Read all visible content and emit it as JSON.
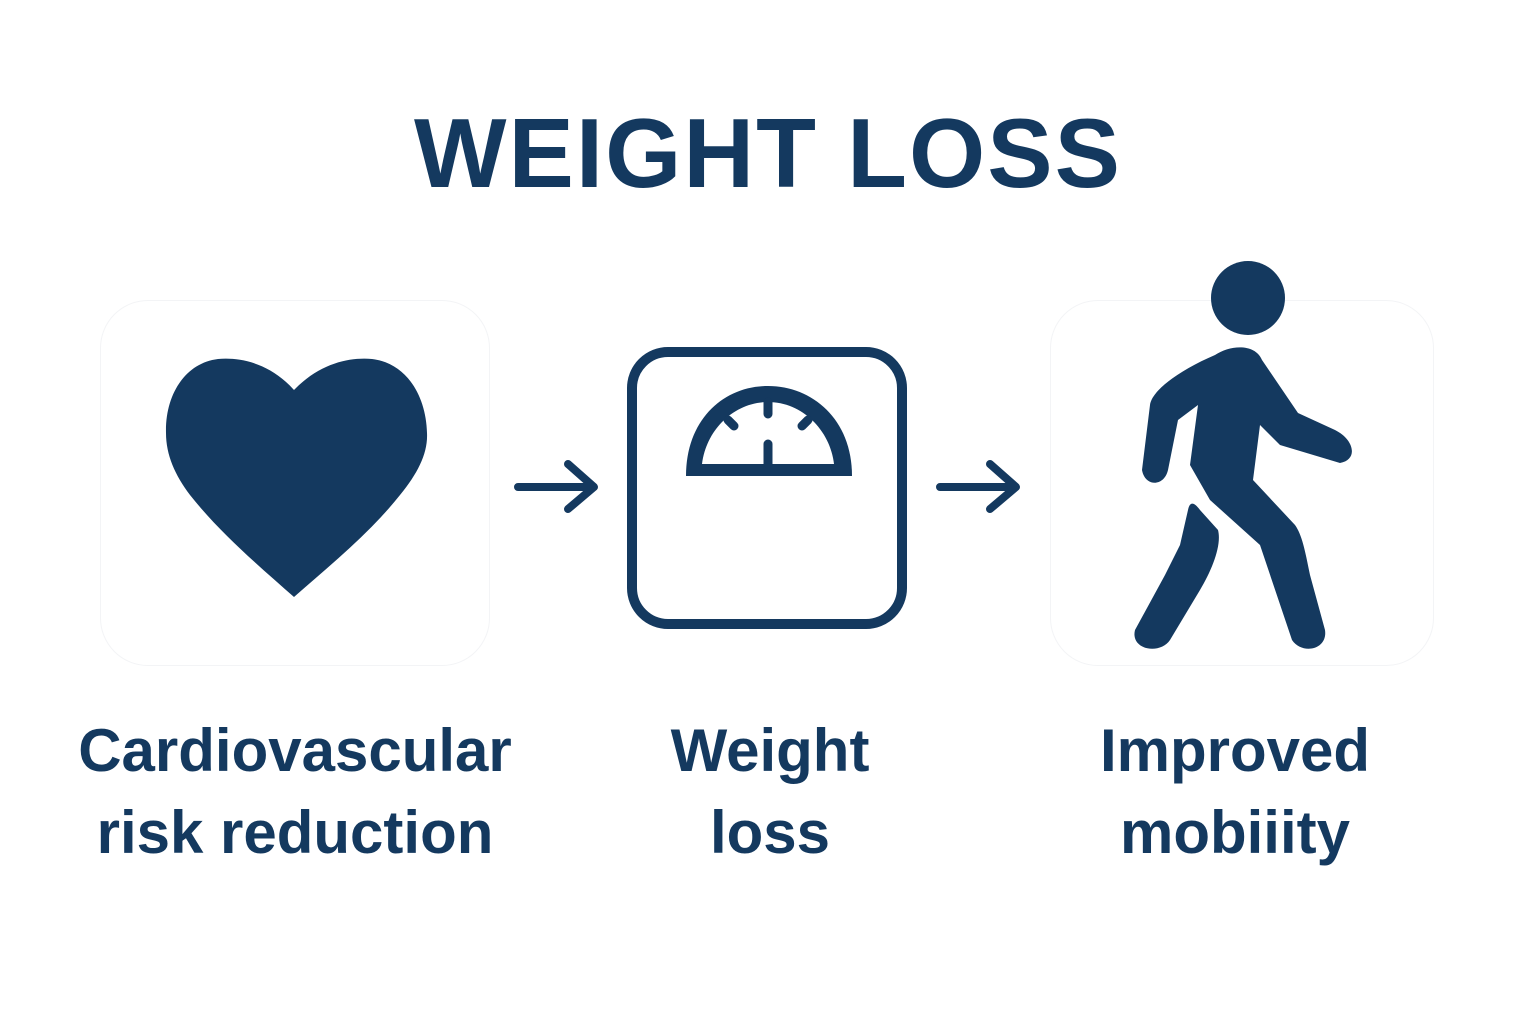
{
  "title": "WEIGHT LOSS",
  "steps": [
    {
      "icon": "heart-icon",
      "line1": "Cardiovascular",
      "line2": "risk reduction"
    },
    {
      "icon": "scale-icon",
      "line1": "Weight",
      "line2": "loss"
    },
    {
      "icon": "walking-person-icon",
      "line1": "Improved",
      "line2": "mobiiity"
    }
  ],
  "colors": {
    "primary": "#14395f"
  }
}
